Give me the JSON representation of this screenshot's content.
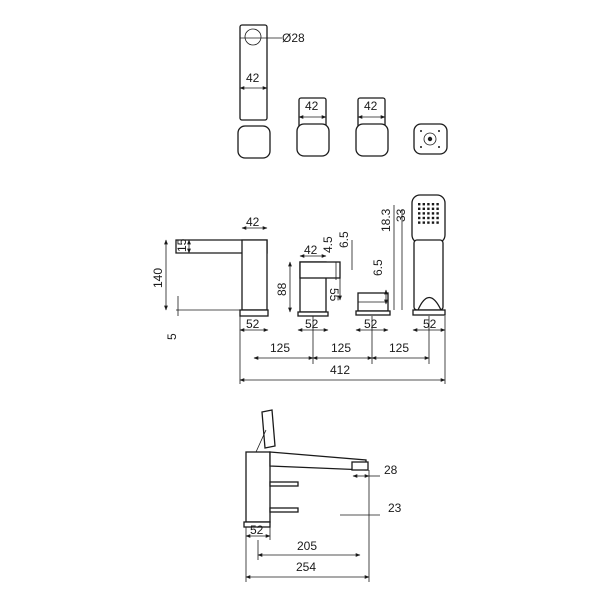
{
  "top_view": {
    "spout_diameter": "Ø28",
    "spout_width": "42",
    "handle1_width": "42",
    "handle2_width": "42"
  },
  "front_view": {
    "spout_width": "42",
    "spout_thickness": "15",
    "spout_height": "140",
    "base_height": "5",
    "base1_width": "52",
    "mixer_width": "42",
    "mixer_height": "88",
    "mixer_dim_a": "4.5",
    "mixer_dim_b": "6.5",
    "mixer_dim_c": "55",
    "base2_width": "52",
    "diverter_base_width": "52",
    "shower_dim_a": "6.5",
    "shower_dim_b": "18.3",
    "shower_dim_c": "33",
    "shower_base_width": "52",
    "spacing_1": "125",
    "spacing_2": "125",
    "spacing_3": "125",
    "overall_width": "412"
  },
  "side_view": {
    "spout_outlet_dia": "28",
    "outlet_offset": "23",
    "base_width": "52",
    "reach": "205",
    "overall_depth": "254"
  }
}
